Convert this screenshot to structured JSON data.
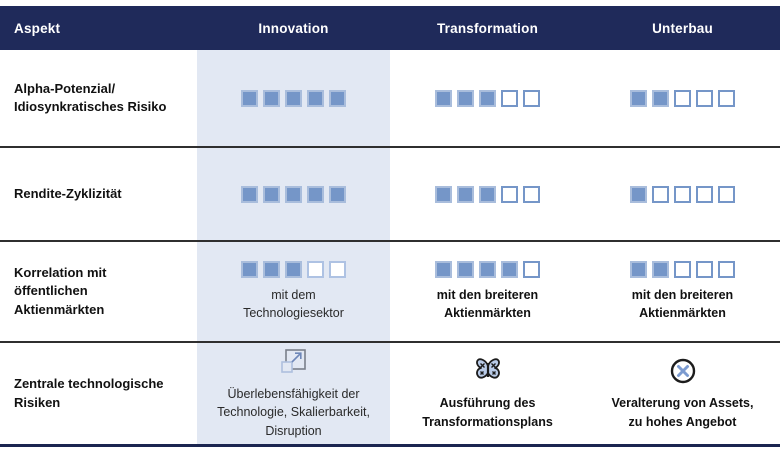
{
  "header": {
    "columns": [
      "Aspekt",
      "Innovation",
      "Transformation",
      "Unterbau"
    ]
  },
  "colors": {
    "header_navy": "#1f2a5a",
    "innovation_column_bg": "#e2e8f3",
    "square_blue": "#7596c8",
    "icon_accent_blue": "#8fa9d6"
  },
  "chart_data": {
    "type": "table",
    "title": "",
    "columns": [
      "Aspekt",
      "Innovation",
      "Transformation",
      "Unterbau"
    ],
    "ratings_scale_max": 5,
    "rows": [
      {
        "aspect": "Alpha-Potenzial/ Idiosynkratisches Risiko",
        "innovation": 5,
        "transformation": 3,
        "unterbau": 2
      },
      {
        "aspect": "Rendite-Zyklizität",
        "innovation": 5,
        "transformation": 3,
        "unterbau": 1
      },
      {
        "aspect": "Korrelation mit öffentlichen Aktienmärkten",
        "innovation": 3,
        "transformation": 4,
        "unterbau": 2
      },
      {
        "aspect": "Zentrale technologische Risiken",
        "innovation": "Überlebensfähigkeit der Technologie, Skalierbarkeit, Disruption",
        "transformation": "Ausführung des Transformationsplans",
        "unterbau": "Veralterung von Assets, zu hohes Angebot"
      }
    ]
  },
  "rows": [
    {
      "label": "Alpha-Potenzial/\nIdiosynkratisches Risiko",
      "innovation": {
        "rating": {
          "filled": 5,
          "total": 5
        }
      },
      "transformation": {
        "rating": {
          "filled": 3,
          "total": 5
        }
      },
      "unterbau": {
        "rating": {
          "filled": 2,
          "total": 5
        }
      }
    },
    {
      "label": "Rendite-Zyklizität",
      "innovation": {
        "rating": {
          "filled": 5,
          "total": 5
        }
      },
      "transformation": {
        "rating": {
          "filled": 3,
          "total": 5
        }
      },
      "unterbau": {
        "rating": {
          "filled": 1,
          "total": 5
        }
      }
    },
    {
      "label": "Korrelation mit\nöffentlichen\nAktienmärkten",
      "innovation": {
        "rating": {
          "filled": 3,
          "total": 5
        },
        "caption": "mit dem\nTechnologiesektor"
      },
      "transformation": {
        "rating": {
          "filled": 4,
          "total": 5
        },
        "caption": "mit den breiteren\nAktienmärkten"
      },
      "unterbau": {
        "rating": {
          "filled": 2,
          "total": 5
        },
        "caption": "mit den breiteren\nAktienmärkten"
      }
    },
    {
      "label": "Zentrale technologische\nRisiken",
      "innovation": {
        "icon": "scale-expand-icon",
        "caption": "Überlebensfähigkeit der\nTechnologie, Skalierbarkeit,\nDisruption"
      },
      "transformation": {
        "icon": "butterfly-icon",
        "caption": "Ausführung des\nTransformationsplans"
      },
      "unterbau": {
        "icon": "circled-x-icon",
        "caption": "Veralterung von Assets,\nzu hohes Angebot"
      }
    }
  ]
}
